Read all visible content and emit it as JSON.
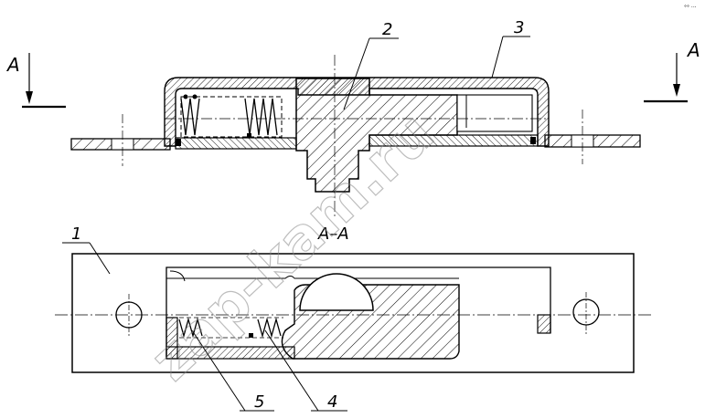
{
  "drawing": {
    "section_marker": "A",
    "section_title": "A–A",
    "watermark": "zap-kam.ru",
    "corner_note": "°° ···",
    "callouts": {
      "part1": "1",
      "part2": "2",
      "part3": "3",
      "part4": "4",
      "part5": "5"
    }
  },
  "colors": {
    "ink": "#000000",
    "paper": "#ffffff",
    "watermark": "#888888"
  }
}
